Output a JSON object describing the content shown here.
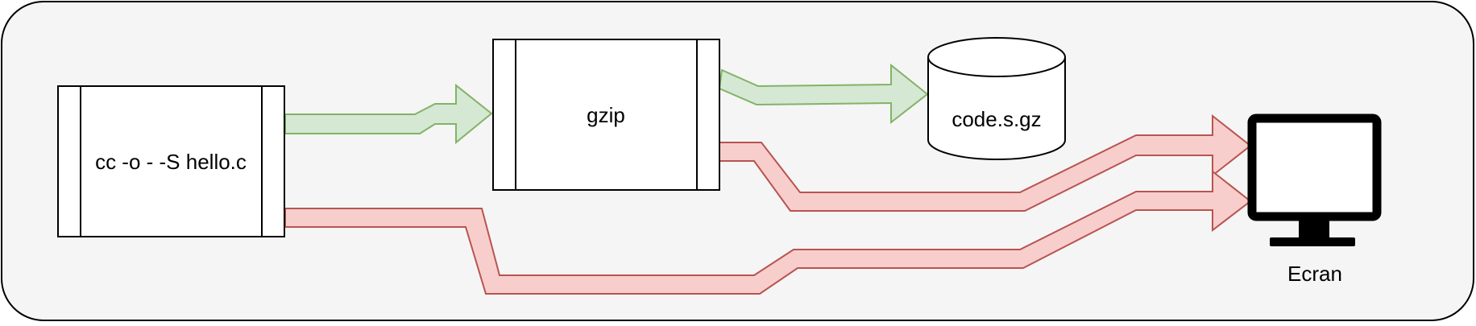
{
  "nodes": {
    "compile": {
      "label": "cc -o - -S hello.c",
      "shape": "process-box"
    },
    "gzip": {
      "label": "gzip",
      "shape": "process-box"
    },
    "file": {
      "label": "code.s.gz",
      "shape": "cylinder"
    },
    "screen": {
      "label": "Ecran",
      "shape": "monitor-icon"
    }
  },
  "edges": [
    {
      "from": "compile",
      "to": "gzip",
      "kind": "stdout"
    },
    {
      "from": "gzip",
      "to": "file",
      "kind": "stdout"
    },
    {
      "from": "gzip",
      "to": "screen",
      "kind": "stderr"
    },
    {
      "from": "compile",
      "to": "screen",
      "kind": "stderr"
    }
  ],
  "colors": {
    "background": "#f5f5f5",
    "border": "#000000",
    "stdout_fill": "#d5e8d4",
    "stdout_stroke": "#82b366",
    "stderr_fill": "#f8cecc",
    "stderr_stroke": "#b85450",
    "box_fill": "#ffffff"
  }
}
